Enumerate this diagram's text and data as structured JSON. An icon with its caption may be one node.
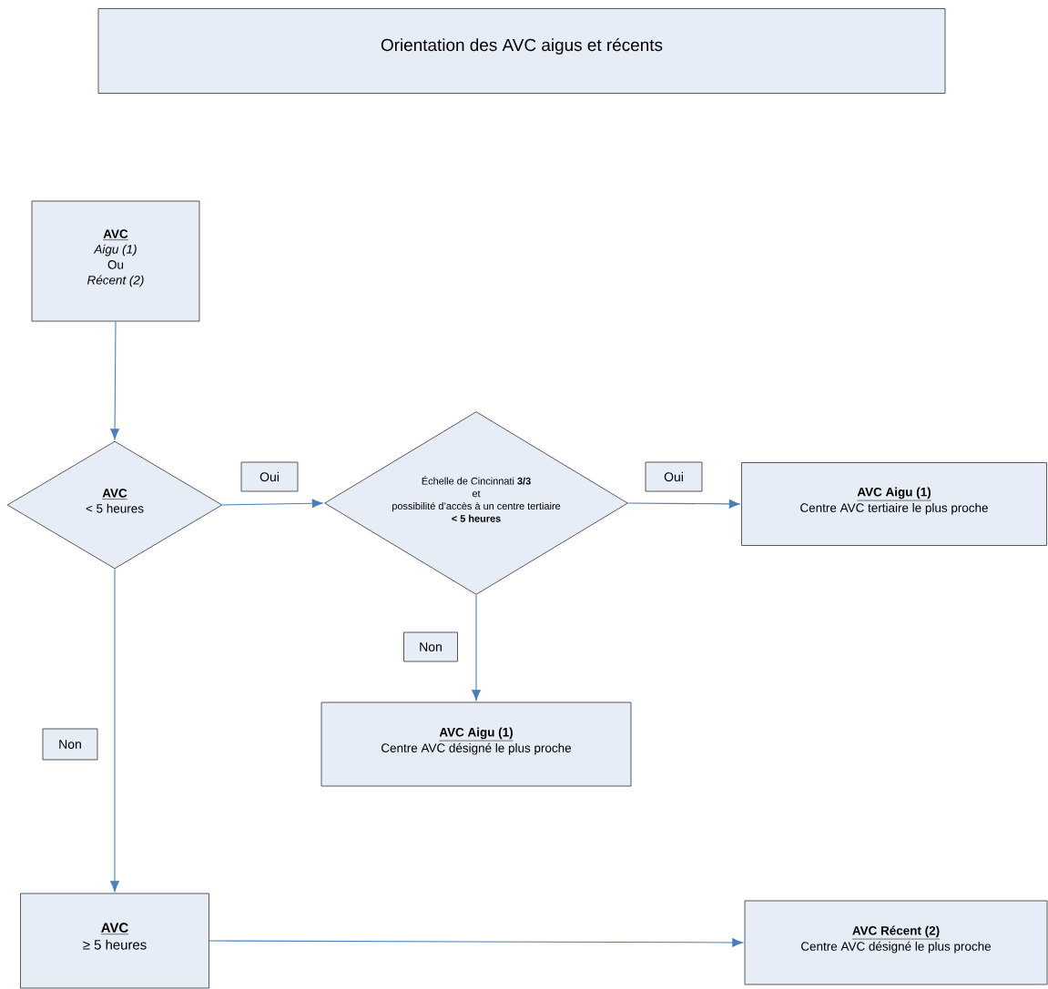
{
  "diagram": {
    "nodes": [
      {
        "text": [
          "Orientation des AVC aigus et récents"
        ]
      },
      {
        "text": [
          "AVC",
          "Aigu (1)",
          "Ou",
          "Récent (2)"
        ]
      },
      {
        "text": [
          "AVC",
          "< 5 heures"
        ]
      },
      {
        "text": [
          "Échelle de Cincinnati **3/3**",
          "et",
          "possibilité d’accès à un centre tertiaire",
          "<  5 heures"
        ]
      },
      {
        "text": [
          "AVC Aigu (1)",
          "Centre AVC tertiaire le plus proche"
        ]
      },
      {
        "text": [
          "AVC Aigu (1)",
          "Centre AVC désigné le plus proche"
        ]
      },
      {
        "text": [
          "AVC",
          "≥ 5 heures"
        ]
      },
      {
        "text": [
          "AVC Récent (2)",
          "Centre AVC désigné le plus proche"
        ]
      }
    ],
    "edges": [
      {
        "from": 1,
        "to": 2,
        "arrow": "to"
      },
      {
        "from": 2,
        "to": 3,
        "arrow": "to",
        "label": "Oui"
      },
      {
        "from": 3,
        "to": 4,
        "arrow": "to",
        "label": "Oui"
      },
      {
        "from": 3,
        "to": 5,
        "arrow": "to",
        "label": "Non"
      },
      {
        "from": 2,
        "to": 6,
        "arrow": "to",
        "label": "Non"
      },
      {
        "from": 6,
        "to": 7,
        "arrow": "to"
      }
    ]
  }
}
